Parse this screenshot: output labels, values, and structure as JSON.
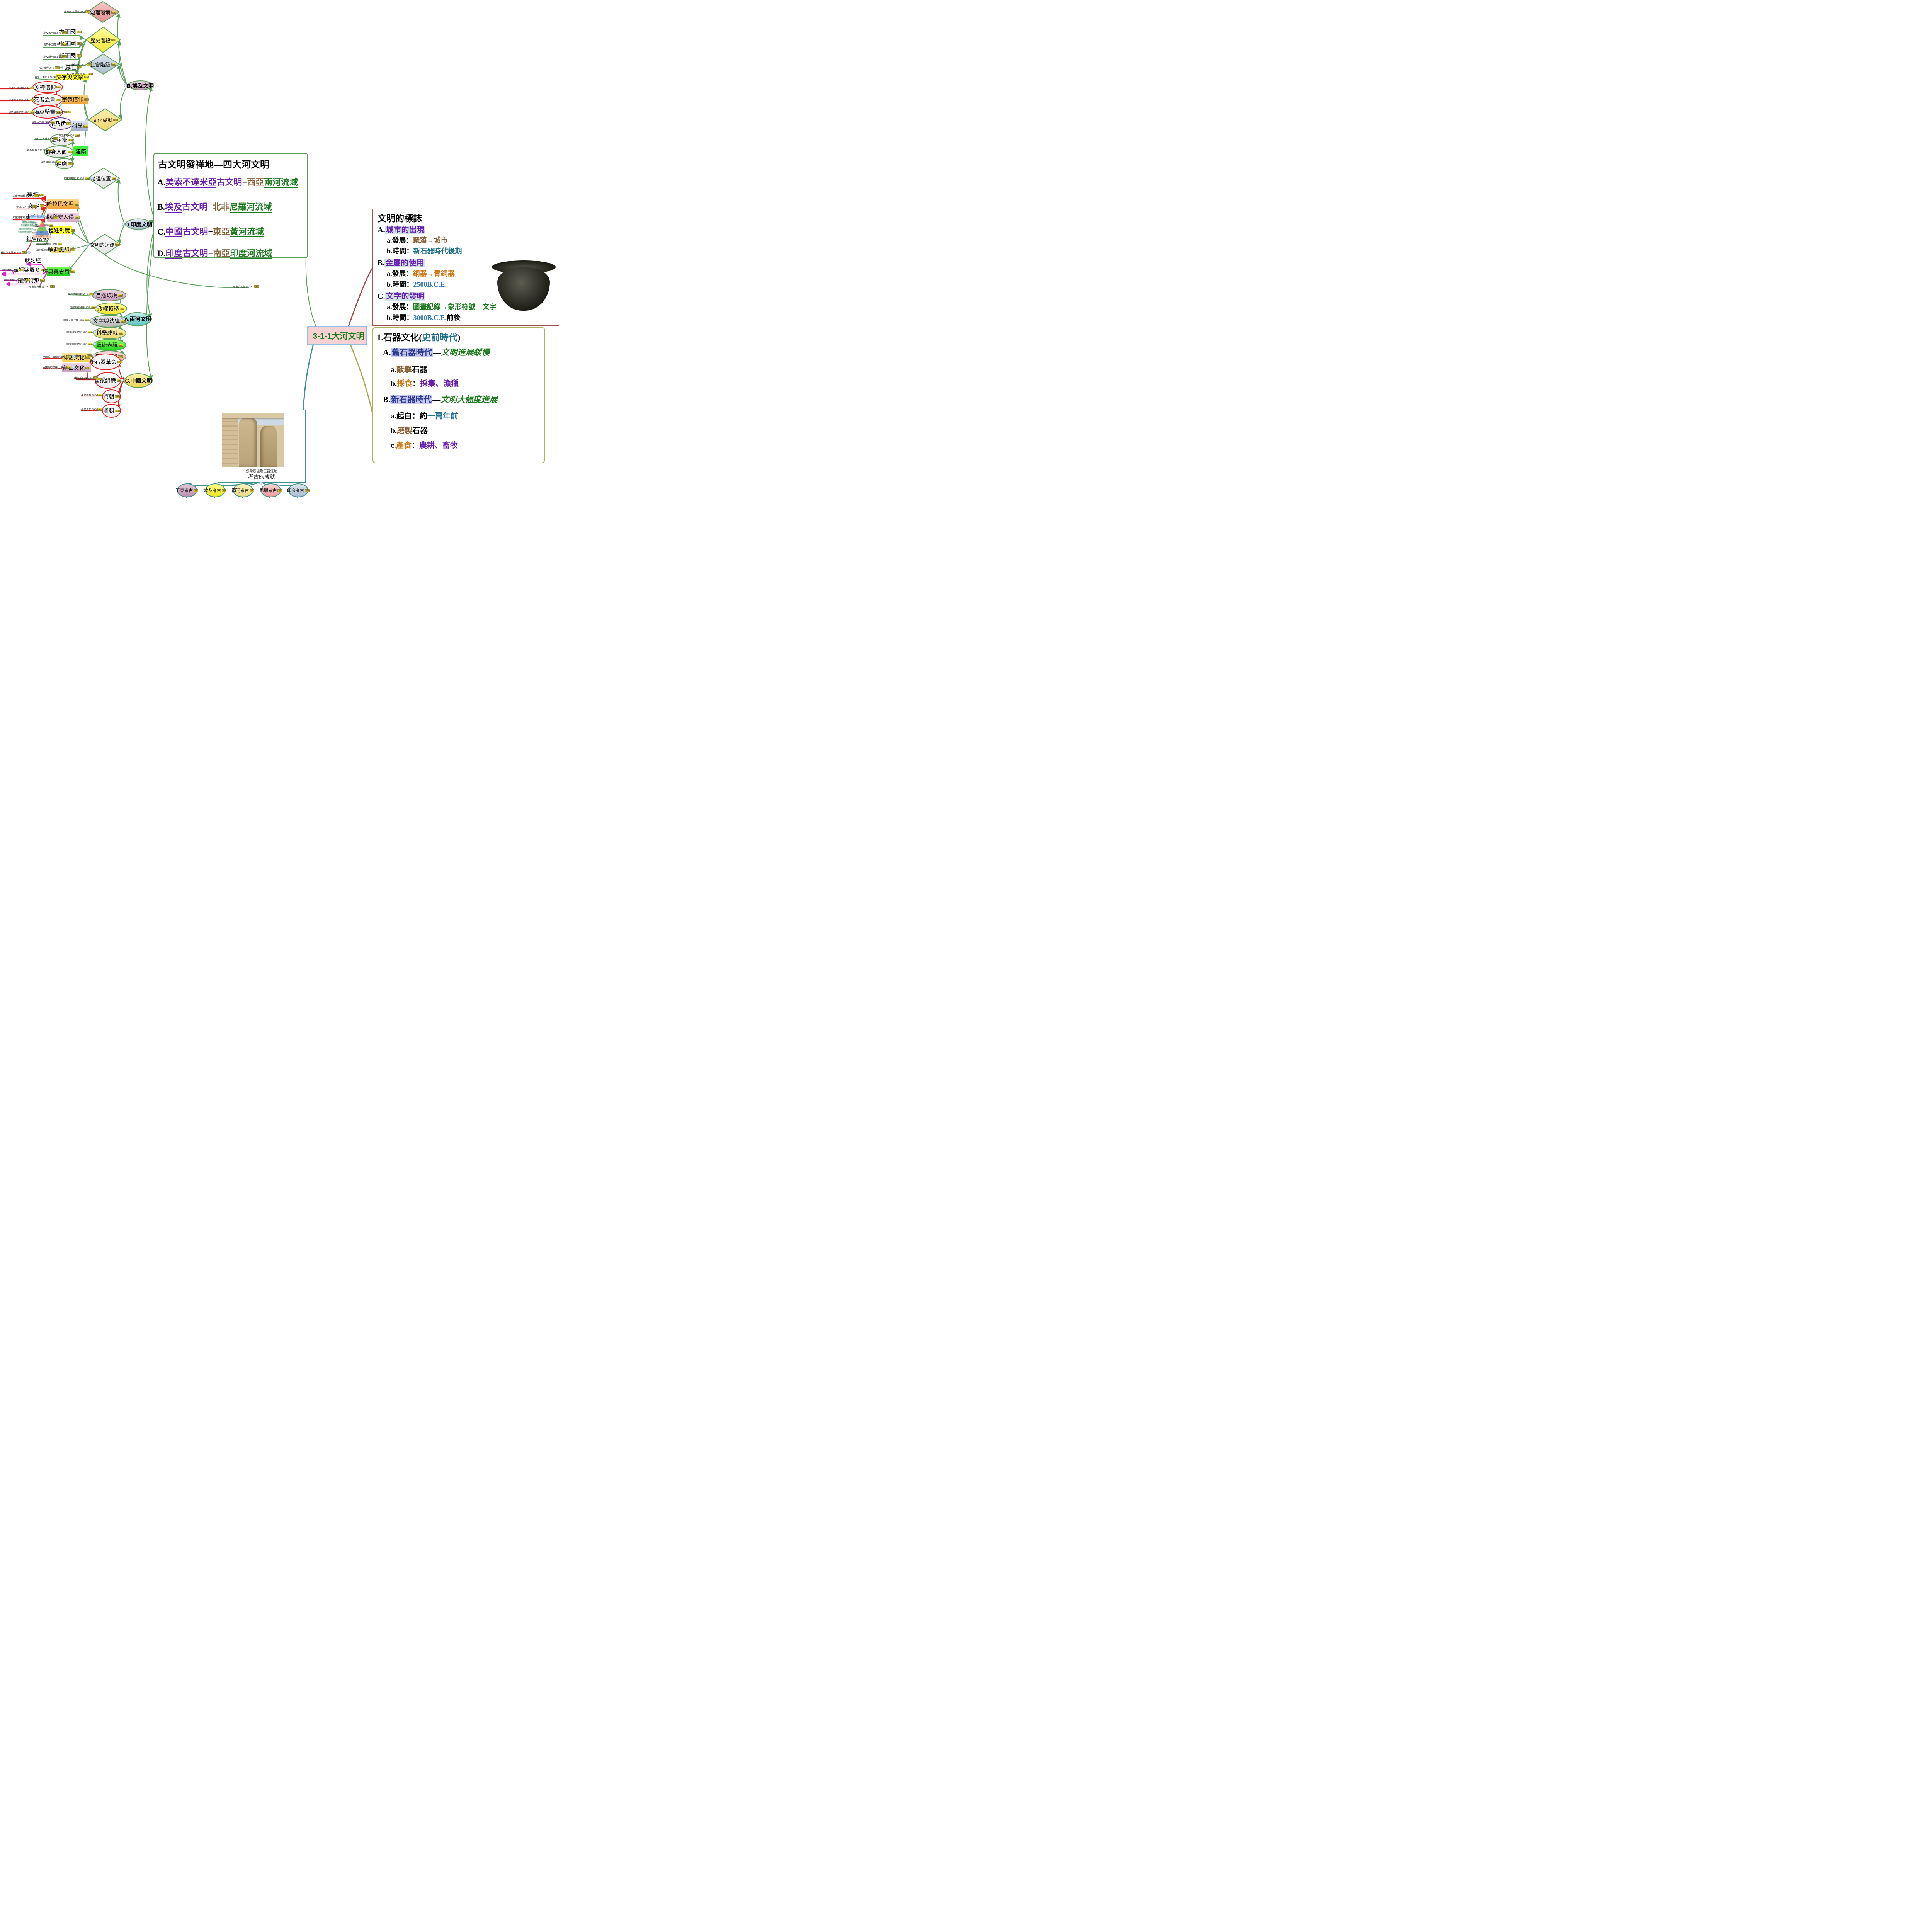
{
  "root": {
    "label": "3-1-1大河文明"
  },
  "egypt": {
    "branch": "B.埃及文明",
    "geo": "地理環境",
    "geo_att": "埃及地理環境.JPG",
    "stage": "歷史階段",
    "stage_att": "埃及歷史階段.JPG",
    "old_kingdom": "古王國",
    "old_att": "埃及舊王國.JPG",
    "mid_kingdom": "中王國",
    "mid_att": "埃及中王國.JPG",
    "new_kingdom": "新王國",
    "new_att": "埃及新王國.JPG",
    "fall": "滅亡",
    "fall_att": "埃及滅亡.JPG",
    "social": "社會階級",
    "social_att": "埃及社會階級.JPG",
    "culture": "文化成就",
    "literature": "文字與文學",
    "literature_att": "埃及文字與文學.JPG",
    "religion": "宗教信仰",
    "religion_att": "埃及宗教信仰.JPG",
    "polytheism": "多神信仰",
    "polytheism_att": "埃及多神信仰.JPG",
    "book_of_dead": "死者之書",
    "book_att": "埃及死者之書.JPG",
    "murals": "墳墓壁畫",
    "murals_att": "埃及墳墓壁畫.JPG",
    "science": "科學",
    "science_att": "埃及科學.JPG",
    "mummy": "木乃伊",
    "mummy_att": "埃及木乃伊.JPG",
    "architecture": "建築",
    "pyramid": "金字塔",
    "pyramid_att": "埃及金字塔.JPG",
    "sphinx": "獅身人面",
    "sphinx_att": "埃及獅身人面.JPG",
    "temple": "神廟",
    "temple_att": "埃及神廟.JPG"
  },
  "india": {
    "branch": "D.印度文明",
    "location": "地理位置",
    "location_att": "印度地理位置.JPG",
    "origin": "文明的起源",
    "origin_att": "印度文明起源.JPG",
    "harappa": "哈拉巴文明",
    "harappa_att": "印度哈拉巴.JPG",
    "h_arch": "建築",
    "h_arch_att": "印度文明城市.JPG",
    "h_script": "文字",
    "h_script_att": "印度文字.JPG",
    "h_plan": "規劃",
    "h_plan_att": "印度城市規劃.JPG",
    "aryan": "阿利安入侵",
    "aryan_att": "印度阿利安人入侵.JPG",
    "caste": "種姓制度",
    "caste_att": "印度種姓制度.JPG",
    "caste_img_att": "種姓制度圖示.JPG",
    "social": "社會階級",
    "samsara": "輪迴思想",
    "samsara_att": "印度輪迴思想.JPG",
    "veda": "吠陀經",
    "mahabharata": "摩訶婆羅多",
    "mahabharata_att": "印度摩科.JPG",
    "ramayana": "羅摩衍那",
    "ramayana_att": "印度羅摩衍那.JPG",
    "epics": "經典與史詩",
    "epics_att": "印度經典史詩.JPG"
  },
  "pyramid_chart": {
    "title": "印度的種姓制度",
    "legend": "傳說",
    "rows": [
      "用梵天的嘴所造一",
      "用梵天的手造成一",
      "用梵天的腿所造一",
      "用梵天的脚造成一"
    ],
    "castes": [
      "婆羅門",
      "剎帝利",
      "吠舍",
      "首陀羅"
    ],
    "tiers": [
      "祭司",
      "貴族 武士",
      "平民",
      "奴隸"
    ],
    "base": "被征服的原住民"
  },
  "meso": {
    "branch": "A.兩河文明",
    "nature": "自然環境",
    "nature_att": "兩河地理環境.JPG",
    "power": "政權轉移",
    "power_att": "兩河政權轉移.JPG",
    "law": "文字與法律",
    "law_att": "兩河文字法律.JPG",
    "science": "科學成就",
    "science_att": "兩河科學成就.JPG",
    "art": "藝術表現",
    "art_att": "兩河藝術成就.JPG",
    "wheel": "車輪鐵器",
    "wheel_att": "兩河車輪鐵器.JPG"
  },
  "china": {
    "branch": "C.中國文明",
    "neolithic": "新石器革命",
    "neolithic_att": "中國新石器.JPG",
    "yangshao": "仰韶文化",
    "yangshao_att": "中國新石器仰韶.JPG",
    "longshan": "龍山文化",
    "longshan_att": "中國新石器龍山.JPG",
    "state": "國家組織",
    "state_att": "中國國家組織.JPG",
    "shang": "商朝",
    "shang_att": "中國商朝.JPG",
    "zhou": "周朝",
    "zhou_att": "中國周朝.JPG"
  },
  "archaeology": {
    "label": "考古的成就",
    "caption": "波斯波里斯王宮遺址",
    "children": [
      {
        "label": "近東考古",
        "att": "4考古發現近東.JPG"
      },
      {
        "label": "埃及考古",
        "att": "4考古發現埃及.JPG"
      },
      {
        "label": "兩河考古",
        "att": "4考古發現兩河.JPG"
      },
      {
        "label": "希臘考古",
        "att": "4考古發現希臘.JPG"
      },
      {
        "label": "印度考古",
        "att": "4考古發現印度.JPG"
      }
    ]
  },
  "center_box": {
    "title": "古文明發祥地—四大河文明",
    "dash": "−",
    "items": [
      {
        "n": "A.",
        "name": "美索不達米亞",
        "suffix": "古文明",
        "region": "西亞",
        "river": "兩河流域"
      },
      {
        "n": "B.",
        "name": "埃及",
        "suffix": "古文明",
        "region": "北非",
        "river": "尼羅河流域"
      },
      {
        "n": "C.",
        "name": "中國",
        "suffix": "古文明",
        "region": "東亞",
        "river": "黃河流域"
      },
      {
        "n": "D.",
        "name": "印度",
        "suffix": "古文明",
        "region": "南亞",
        "river": "印度河流域"
      }
    ]
  },
  "marks_box": {
    "title": "文明的標誌",
    "dev_label": "a.發展：",
    "time_label": "b.時間：",
    "a_n": "A.",
    "a_term": "城市的出現",
    "a_dev": "聚落→城市",
    "a_time": "新石器時代後期",
    "b_n": "B.",
    "b_term": "金屬的使用",
    "b_dev": "銅器→青銅器",
    "b_time": "2500B.C.E.",
    "c_n": "C.",
    "c_term": "文字的發明",
    "c_dev": "圖畫記錄→象形符號→文字",
    "c_time": "3000B.C.E.",
    "c_time_suffix": "前後"
  },
  "stone_box": {
    "t1": "1.石器文化(",
    "t2": "史前時代",
    "t3": ")",
    "a_n": "A.",
    "a_term": "舊石器時代",
    "dash": "—",
    "a_desc": "文明進展緩慢",
    "a1_n": "a.",
    "a1_hl": "敲擊",
    "a1_rest": "石器",
    "a2_n": "b.",
    "a2_hl": "採食",
    "a2_colon": "：",
    "a2_rest": "採集、漁獵",
    "b_n": "B.",
    "b_term": "新石器時代",
    "b_desc": "文明大幅度進展",
    "b1_n": "a.",
    "b1_label": "起自：約",
    "b1_val": "一萬年前",
    "b2_n": "b.",
    "b2_hl": "磨製",
    "b2_rest": "石器",
    "b3_n": "c.",
    "b3_hl": "產食",
    "b3_colon": "：",
    "b3_rest": "農耕、畜牧"
  },
  "jpg_badge": "JPG",
  "minus_glyph": "−",
  "colors": {
    "branch_line": "#5aa05a",
    "red_line": "#e02020",
    "magenta_line": "#e620c8",
    "purple_line": "#7030a0",
    "teal_line": "#3f9090",
    "olive_line": "#a8a855",
    "maroon_line": "#a05055"
  }
}
